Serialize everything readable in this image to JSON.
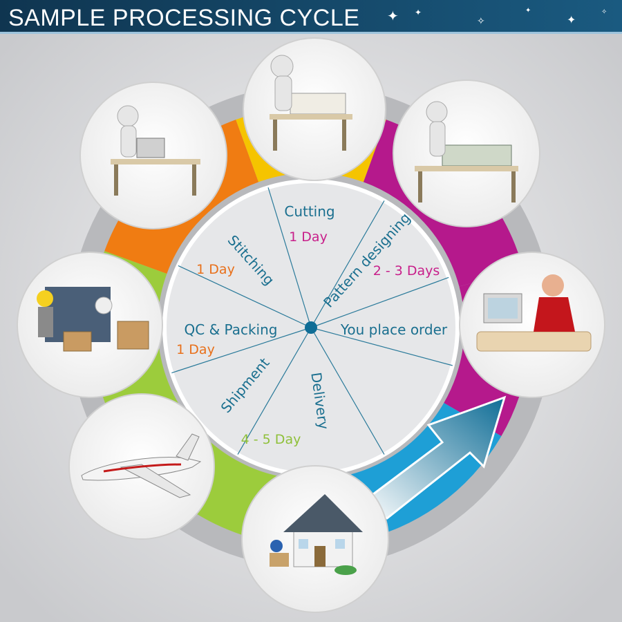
{
  "header": {
    "title": "SAMPLE PROCESSING CYCLE"
  },
  "colors": {
    "header_bg": "#0f3c5a",
    "text_teal": "#1a6f8f",
    "accent_magenta": "#c81f8a",
    "accent_orange": "#e8701a",
    "accent_green": "#8fc03a",
    "ring_yellow": "#f5c400",
    "ring_orange": "#f07c12",
    "ring_magenta": "#b5198c",
    "ring_blue": "#1e9fd6",
    "ring_green": "#9ccc3c"
  },
  "wheel": {
    "segments": [
      {
        "id": "cutting",
        "label": "Cutting",
        "duration": "1 Day"
      },
      {
        "id": "pattern",
        "label": "Pattern designing",
        "duration": "2 - 3 Days"
      },
      {
        "id": "order",
        "label": "You place order",
        "duration": ""
      },
      {
        "id": "delivery",
        "label": "Delivery",
        "duration": "4 - 5 Day"
      },
      {
        "id": "shipment",
        "label": "Shipment",
        "duration": ""
      },
      {
        "id": "qc",
        "label": "QC & Packing",
        "duration": "1 Day"
      },
      {
        "id": "stitching",
        "label": "Stitching",
        "duration": "1 Day"
      }
    ]
  },
  "stage_photos": [
    {
      "id": "cutting",
      "icon": "cutting-table-icon"
    },
    {
      "id": "pattern",
      "icon": "pattern-machine-icon"
    },
    {
      "id": "order",
      "icon": "office-worker-icon"
    },
    {
      "id": "delivery",
      "icon": "house-delivery-icon"
    },
    {
      "id": "shipment",
      "icon": "airplane-icon"
    },
    {
      "id": "qc",
      "icon": "warehouse-packing-icon"
    },
    {
      "id": "stitching",
      "icon": "sewing-machine-icon"
    }
  ]
}
